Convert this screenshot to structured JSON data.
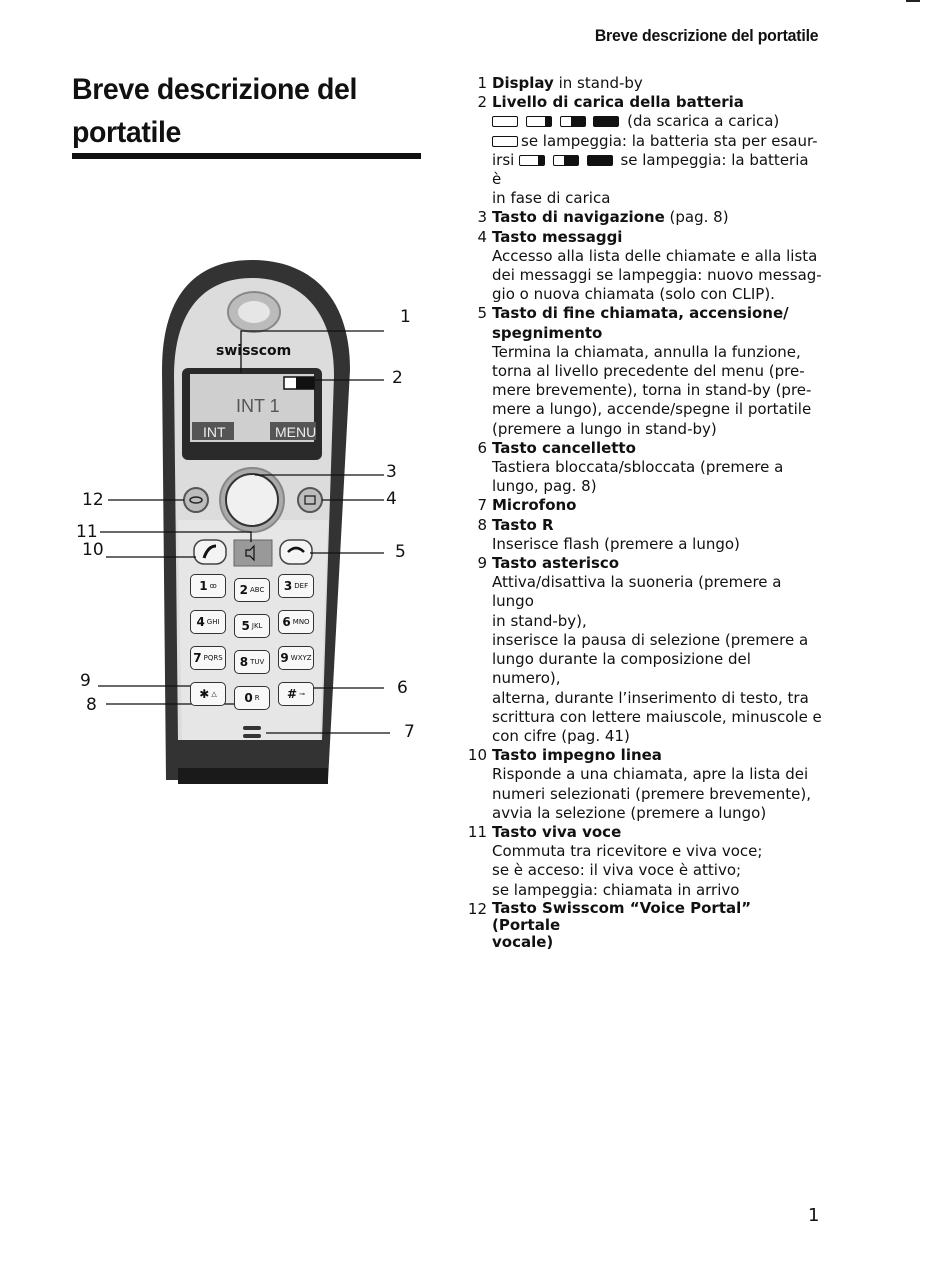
{
  "header": {
    "running_title": "Breve descrizione del portatile"
  },
  "title": {
    "line1": "Breve descrizione del",
    "line2": "portatile"
  },
  "phone": {
    "brand": "swisscom",
    "display_text": "INT 1",
    "softkey_left": "INT",
    "softkey_right": "MENU",
    "keys": [
      {
        "main": "1",
        "sub": "ꝏ"
      },
      {
        "main": "2",
        "sub": "ABC"
      },
      {
        "main": "3",
        "sub": "DEF"
      },
      {
        "main": "4",
        "sub": "GHI"
      },
      {
        "main": "5",
        "sub": "JKL"
      },
      {
        "main": "6",
        "sub": "MNO"
      },
      {
        "main": "7",
        "sub": "PQRS"
      },
      {
        "main": "8",
        "sub": "TUV"
      },
      {
        "main": "9",
        "sub": "WXYZ"
      },
      {
        "main": "✱",
        "sub": "△"
      },
      {
        "main": "0",
        "sub": "R"
      },
      {
        "main": "#",
        "sub": "⊸"
      }
    ],
    "callouts": [
      "1",
      "2",
      "3",
      "4",
      "5",
      "6",
      "7",
      "8",
      "9",
      "10",
      "11",
      "12"
    ]
  },
  "items": [
    {
      "num": "1",
      "bold": "Display",
      "rest": " in stand-by"
    },
    {
      "num": "2",
      "bold": "Livello di carica della batteria",
      "text1": "(da scarica a carica)",
      "text2": "se lampeggia: la batteria sta per esaur-",
      "text3": "irsi",
      "text4": "se lampeggia: la batteria è",
      "text5": "in fase di carica"
    },
    {
      "num": "3",
      "bold": "Tasto di navigazione",
      "rest": " (pag. 8)"
    },
    {
      "num": "4",
      "bold": "Tasto messaggi",
      "lines": [
        "Accesso alla lista delle chiamate e alla lista",
        "dei messaggi se lampeggia: nuovo messag-",
        "gio o nuova chiamata (solo con CLIP)."
      ]
    },
    {
      "num": "5",
      "bold": "Tasto di fine chiamata, accensione/",
      "bold2": "spegnimento",
      "lines": [
        "Termina la chiamata, annulla la funzione,",
        "torna al livello precedente del menu (pre-",
        "mere brevemente), torna in stand-by (pre-",
        "mere a lungo), accende/spegne il portatile",
        "(premere a lungo in stand-by)"
      ]
    },
    {
      "num": "6",
      "bold": "Tasto cancelletto",
      "lines": [
        "Tastiera bloccata/sbloccata (premere a",
        "lungo, pag. 8)"
      ]
    },
    {
      "num": "7",
      "bold": "Microfono"
    },
    {
      "num": "8",
      "bold": "Tasto R",
      "lines": [
        "Inserisce flash (premere a lungo)"
      ]
    },
    {
      "num": "9",
      "bold": "Tasto asterisco",
      "lines": [
        "Attiva/disattiva la suoneria (premere a lungo",
        "in stand-by),",
        "inserisce la pausa di selezione (premere a",
        "lungo durante la composizione del",
        "numero),",
        "alterna, durante l’inserimento di testo, tra",
        "scrittura con lettere maiuscole, minuscole e",
        "con cifre (pag. 41)"
      ]
    },
    {
      "num": "10",
      "bold": "Tasto impegno linea",
      "lines": [
        "Risponde a una chiamata, apre la lista dei",
        "numeri selezionati (premere brevemente),",
        "avvia la selezione (premere a lungo)"
      ]
    },
    {
      "num": "11",
      "bold": "Tasto viva voce",
      "lines": [
        "Commuta tra ricevitore e viva voce;",
        "se è acceso: il viva voce è attivo;",
        "se lampeggia: chiamata in arrivo"
      ]
    },
    {
      "num": "12",
      "bold": "Tasto Swisscom “Voice Portal” (Portale",
      "bold2": "vocale)"
    }
  ],
  "page_number": "1"
}
